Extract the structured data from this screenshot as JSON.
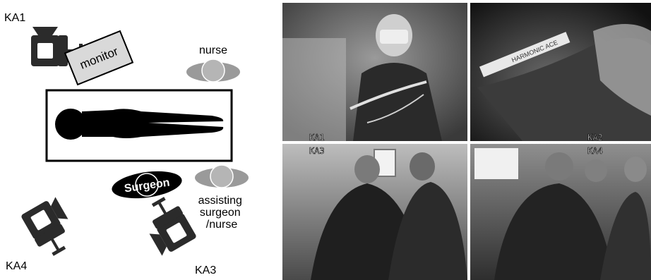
{
  "diagram": {
    "camera_labels": {
      "ka1": "KA1",
      "ka3": "KA3",
      "ka4": "KA4"
    },
    "monitor_label": "monitor",
    "nurse_label": "nurse",
    "surgeon_label": "Surgeon",
    "assistant_label": {
      "line1": "assisting",
      "line2": "surgeon",
      "line3": "/nurse"
    },
    "icons": {
      "camera": "video-camera-icon",
      "patient": "patient-silhouette-icon",
      "person": "person-top-view-icon"
    }
  },
  "video_grid": {
    "panels": [
      {
        "label": "KA1",
        "scene": "surgeon-holding-instrument"
      },
      {
        "label": "KA2",
        "scene": "endoscopic-view"
      },
      {
        "label": "KA3",
        "scene": "surgical-team-rear-view"
      },
      {
        "label": "KA4",
        "scene": "operating-room-wide-view"
      }
    ],
    "instrument_text": "HARMONIC ACE"
  }
}
